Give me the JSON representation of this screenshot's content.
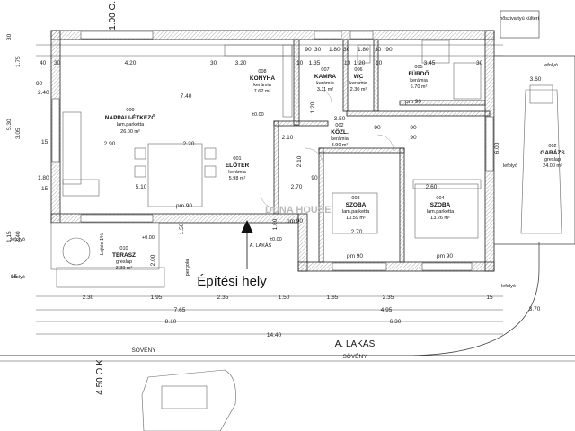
{
  "rooms": [
    {
      "id": "008",
      "name": "KONYHA",
      "mat": "kerámia",
      "area": "7.62 m²"
    },
    {
      "id": "007",
      "name": "KAMRA",
      "mat": "kerámia",
      "area": "3.11 m²"
    },
    {
      "id": "006",
      "name": "WC",
      "mat": "kerámia",
      "area": "2.30 m²"
    },
    {
      "id": "005",
      "name": "FÜRDŐ",
      "mat": "kerámia",
      "area": "6.70 m²"
    },
    {
      "id": "009",
      "name": "NAPPALI-ÉTKEZŐ",
      "mat": "lam.parketta",
      "area": "26.00 m²"
    },
    {
      "id": "002",
      "name": "KÖZL.",
      "mat": "kerámia",
      "area": "3.90 m²"
    },
    {
      "id": "001",
      "name": "ELŐTÉR",
      "mat": "kerámia",
      "area": "5.98 m²"
    },
    {
      "id": "003",
      "name": "SZOBA",
      "mat": "lam.parketta",
      "area": "10.59 m²"
    },
    {
      "id": "004",
      "name": "SZOBA",
      "mat": "lam.parketta",
      "area": "13.26 m²"
    },
    {
      "id": "010",
      "name": "TERASZ",
      "mat": "greslap",
      "area": "3.39 m²"
    },
    {
      "id": "002",
      "name": "GARÁZS",
      "mat": "greslap",
      "area": "24.00 m²"
    }
  ],
  "labels": {
    "site": "Építési hely",
    "lakas_big": "A. LAKÁS",
    "lakas_entry": "A. LAKÁS",
    "sovenyL": "SÖVÉNY",
    "sovenyR": "SÖVÉNY",
    "pergola": "pergola",
    "lejtes": "Lejtés 1%",
    "heat": "hőszivattyú kültéri",
    "ok_top": "1.00 O.K",
    "ok_bot": "4.50 O.K",
    "lef1": "lefolyó",
    "lef2": "lefolyó",
    "lef3": "lefolyó",
    "lef4": "lefolyó",
    "lef5": "lefolyó",
    "pm": "±0.00",
    "pm2": "+0.00",
    "pm3": "±0.00",
    "watermark": "DUNA HOUSE"
  },
  "dims": {
    "h1": [
      "30",
      "4.20",
      "30",
      "3.20",
      "10",
      "1.35",
      "10",
      "1.20",
      "10",
      "3.45",
      "30"
    ],
    "top_row": [
      "30",
      "1.80",
      "30",
      "1.80",
      "30"
    ],
    "row_a": [
      "2.30",
      "1.95",
      "2.35",
      "1.50",
      "1.65",
      "2.35",
      "15"
    ],
    "row_b": [
      "7.65",
      "4.95"
    ],
    "row_c": [
      "8.10",
      "6.30"
    ],
    "row_d": "14.40",
    "lv": [
      "30",
      "1.75",
      "40",
      "90",
      "2.40",
      "5.30",
      "3.05",
      "15",
      "1.80",
      "15",
      "1.15",
      "2.40",
      "15"
    ],
    "misc": [
      "7.40",
      "2.90",
      "2.20",
      "5.10",
      "2.70",
      "2.60",
      "2.70",
      "3.50",
      "2.10",
      "90",
      "90",
      "90",
      "90",
      "90",
      "90",
      "6.00",
      "3.60",
      "3.70",
      "1.60",
      "1.50",
      "2.10",
      "1.20",
      "2.00",
      "pm 90",
      "pm 90",
      "pm 90",
      "pm 90",
      "pm 90"
    ]
  }
}
